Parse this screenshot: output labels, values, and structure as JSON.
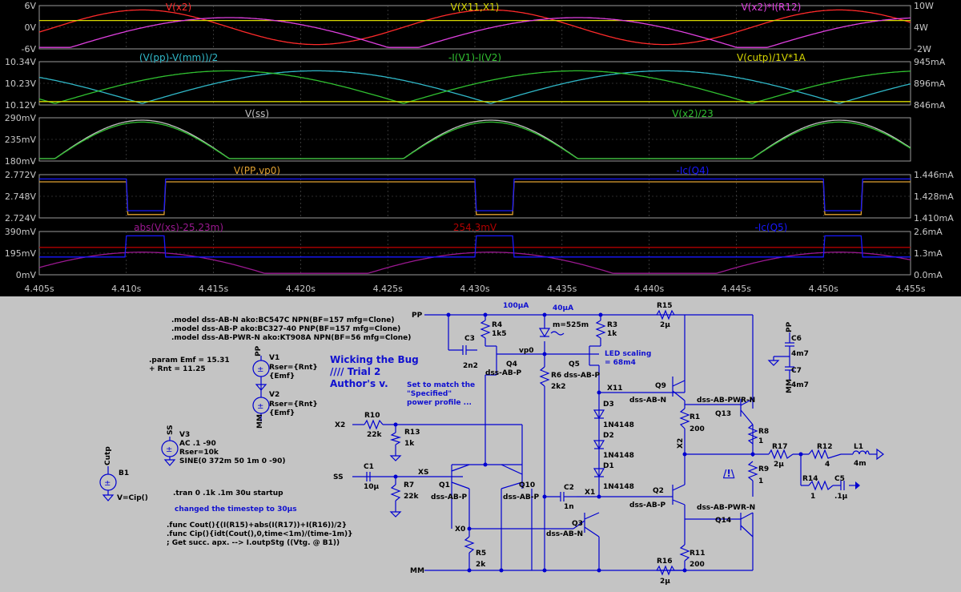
{
  "colors": {
    "red": "#ff2a2a",
    "yellow": "#d8d800",
    "magenta": "#e040e0",
    "cyan": "#30b8c8",
    "green": "#30c030",
    "olive": "#a8b820",
    "orange": "#e0a030",
    "blue": "#1818ff",
    "purple": "#9a1890",
    "darkred": "#b00000",
    "gray": "#c0c0c0",
    "wire": "#0000d0"
  },
  "panels": [
    {
      "left_ticks": [
        "6V",
        "0V",
        "-6V"
      ],
      "right_ticks": [
        "10W",
        "4W",
        "-2W"
      ],
      "traces": [
        {
          "label": "V(x2)",
          "color": "#ff2a2a",
          "kind": "sine",
          "amp": 0.9,
          "period": 0.02,
          "phase": 0.4059,
          "offset": 0
        },
        {
          "label": "V(X11,X1)",
          "color": "#d8d800",
          "kind": "flat",
          "level": 0.35
        },
        {
          "label": "V(x2)*I(R12)",
          "color": "#e040e0",
          "kind": "abssine",
          "amp": 0.9,
          "period": 0.02,
          "phase": 0.4059,
          "offset": -0.4
        }
      ]
    },
    {
      "left_ticks": [
        "10.34V",
        "10.23V",
        "10.12V"
      ],
      "right_ticks": [
        "945mA",
        "896mA",
        "846mA"
      ],
      "traces": [
        {
          "label": "(V(pp)-V(mm))/2",
          "color": "#30b8c8",
          "kind": "abssine",
          "amp": 0.85,
          "period": 0.02,
          "phase": 0.4109,
          "offset": -0.2
        },
        {
          "label": "-I(V1)-I(V2)",
          "color": "#30c030",
          "kind": "abssine",
          "amp": 0.85,
          "period": 0.02,
          "phase": 0.4059,
          "offset": -0.2
        },
        {
          "label": "V(cutp)/1V*1A",
          "color": "#d8d800",
          "kind": "flat",
          "level": -0.95
        }
      ]
    },
    {
      "left_ticks": [
        "290mV",
        "235mV",
        "180mV"
      ],
      "right_ticks": [],
      "traces": [
        {
          "label": "V(ss)",
          "color": "#c0c0c0",
          "kind": "hump",
          "amp": 1.0,
          "period": 0.02,
          "phase": 0.4059,
          "offset": 0
        },
        {
          "label": "V(x2)/23",
          "color": "#30c030",
          "kind": "hump",
          "amp": 0.95,
          "period": 0.02,
          "phase": 0.4059,
          "offset": 0
        }
      ]
    },
    {
      "left_ticks": [
        "2.772V",
        "2.748V",
        "2.724V"
      ],
      "right_ticks": [
        "1.446mA",
        "1.428mA",
        "1.410mA"
      ],
      "traces": [
        {
          "label": "V(PP,vp0)",
          "color": "#e0a030",
          "kind": "pulse",
          "hi": 0.75,
          "lo": -0.95,
          "period": 0.02,
          "start": 0.41,
          "width": 0.0022
        },
        {
          "label": "-Ic(Q4)",
          "color": "#1818ff",
          "kind": "pulse",
          "hi": 0.9,
          "lo": -0.75,
          "period": 0.02,
          "start": 0.41,
          "width": 0.0022
        }
      ]
    },
    {
      "left_ticks": [
        "390mV",
        "195mV",
        "0mV"
      ],
      "right_ticks": [
        "2.6mA",
        "1.3mA",
        "0.0mA"
      ],
      "traces": [
        {
          "label": "abs(V(xs)-25.23m)",
          "color": "#9a1890",
          "kind": "abssine",
          "amp": 1.0,
          "period": 0.02,
          "phase": 0.4009,
          "offset": -0.95
        },
        {
          "label": "254.3mV",
          "color": "#b00000",
          "kind": "flat",
          "level": 0.3
        },
        {
          "label": "-Ic(Q5)",
          "color": "#1818ff",
          "kind": "pulse",
          "hi": 0.9,
          "lo": -0.2,
          "period": 0.02,
          "start": 0.4122,
          "width": 0.0178
        }
      ]
    }
  ],
  "x_axis": {
    "range": [
      4.405,
      4.455
    ],
    "ticks": [
      "4.405s",
      "4.410s",
      "4.415s",
      "4.420s",
      "4.425s",
      "4.430s",
      "4.435s",
      "4.440s",
      "4.445s",
      "4.450s",
      "4.455s"
    ]
  },
  "schematic": {
    "models": [
      ".model dss-AB-N ako:BC547C NPN(BF=157 mfg=Clone)",
      ".model dss-AB-P ako:BC327-40 PNP(BF=157 mfg=Clone)",
      ".model dss-AB-PWR-N ako:KT908A NPN(BF=56 mfg=Clone)"
    ],
    "params": [
      ".param Emf = 15.31",
      "+ Rnt = 11.25"
    ],
    "title": [
      "Wicking the Bug",
      "//// Trial 2",
      "Author's v."
    ],
    "note_match": [
      "Set to match the",
      "\"Specified\"",
      "power profile ..."
    ],
    "tran": ".tran 0 .1k .1m 30u startup",
    "note_timestep": "changed the timestep to 30µs",
    "funcs": [
      ".func Cout(){(I(R15)+abs(I(R17))+I(R16))/2}",
      ".func Cip(){idt(Cout(),0,time<1m)/(time-1m)}",
      "; Get succ. apx. --> I.outpStg ((Vtg. @ B1))"
    ],
    "led_note": [
      "LED scaling",
      "= 68m4"
    ],
    "v1": {
      "name": "V1",
      "line1": "Rser={Rnt}",
      "line2": "{Emf}"
    },
    "v2": {
      "name": "V2",
      "line1": "Rser={Rnt}",
      "line2": "{Emf}"
    },
    "v3": {
      "name": "V3",
      "line1": "AC .1 -90",
      "line2": "Rser=10k",
      "line3": "SINE(0 372m 50 1m 0 -90)"
    },
    "b1": {
      "name": "B1",
      "value": "V=Cip()"
    },
    "nets": {
      "pp": "PP",
      "mm": "MM",
      "ss": "SS",
      "x2": "X2",
      "x0": "X0",
      "xs": "XS",
      "vp0": "vp0",
      "x11": "X11",
      "x1": "X1",
      "cutp": "Cutp",
      "ss_flag": "SS",
      "pp_flag": "PP",
      "mm_flag": "MM"
    },
    "currents": {
      "i100": "100µA",
      "i40": "40µA"
    },
    "parts": {
      "r4": "R4",
      "r4v": "1k5",
      "r3": "R3",
      "r3v": "1k",
      "r15": "R15",
      "r15v": "2µ",
      "c3": "C3",
      "c3v": "2n2",
      "q4": "Q4",
      "q4m": "dss-AB-P",
      "r6": "R6",
      "r6v": "2k2",
      "q5": "Q5",
      "q5m": "dss-AB-P",
      "d3": "D3",
      "d3m": "1N4148",
      "d2": "D2",
      "d2m": "1N4148",
      "d1": "D1",
      "d1m": "1N4148",
      "q9": "Q9",
      "q9m": "dss-AB-N",
      "q13": "Q13",
      "q13m": "dss-AB-PWR-N",
      "r1": "R1",
      "r1v": "200",
      "r8": "R8",
      "r8v": "1",
      "r9": "R9",
      "r9v": "1",
      "r10": "R10",
      "r10v": "22k",
      "r13": "R13",
      "r13v": "1k",
      "c1": "C1",
      "c1v": "10µ",
      "r7": "R7",
      "r7v": "22k",
      "q1": "Q1",
      "q1m": "dss-AB-P",
      "q10": "Q10",
      "q10m": "dss-AB-P",
      "c2": "C2",
      "c2v": "1n",
      "q2": "Q2",
      "q2m": "dss-AB-P",
      "q3": "Q3",
      "q3m": "dss-AB-N",
      "q14": "Q14",
      "q14m": "dss-AB-PWR-N",
      "r5": "R5",
      "r5v": "2k",
      "r11": "R11",
      "r11v": "200",
      "r16": "R16",
      "r16v": "2µ",
      "r17": "R17",
      "r17v": "2µ",
      "r12": "R12",
      "r12v": "4",
      "l1": "L1",
      "l1v": "4m",
      "r14": "R14",
      "r14v": "1",
      "c5": "C5",
      "c5v": ".1µ",
      "c6": "C6",
      "c6v": "4m7",
      "c7": "C7",
      "c7v": "4m7",
      "meas": "m=525m",
      "warn": "/!\\"
    }
  }
}
